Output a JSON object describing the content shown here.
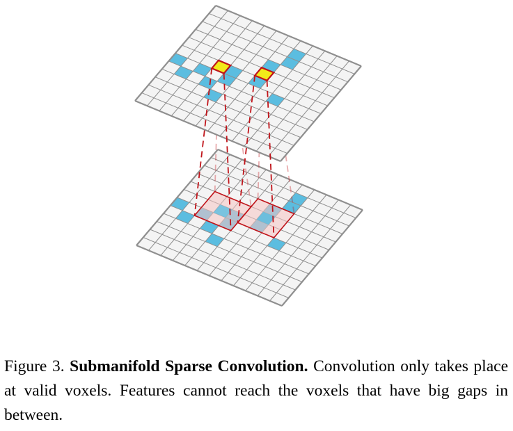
{
  "figure": {
    "grid_size": 12,
    "colors": {
      "grid_line": "#8f8f8f",
      "cell_fill": "#f4f4f4",
      "active_voxel": "#5bbde0",
      "output_voxel": "#f2ea1a",
      "receptive_field_fill": "#f5c4c2",
      "receptive_field_border": "#c0141a",
      "projection_line": "#c0141a"
    }
  },
  "caption": {
    "label": "Figure 3.",
    "title": "Submanifold Sparse Convolution.",
    "text": "Convolution only takes place at valid voxels. Features cannot reach the voxels that have big gaps in between."
  }
}
